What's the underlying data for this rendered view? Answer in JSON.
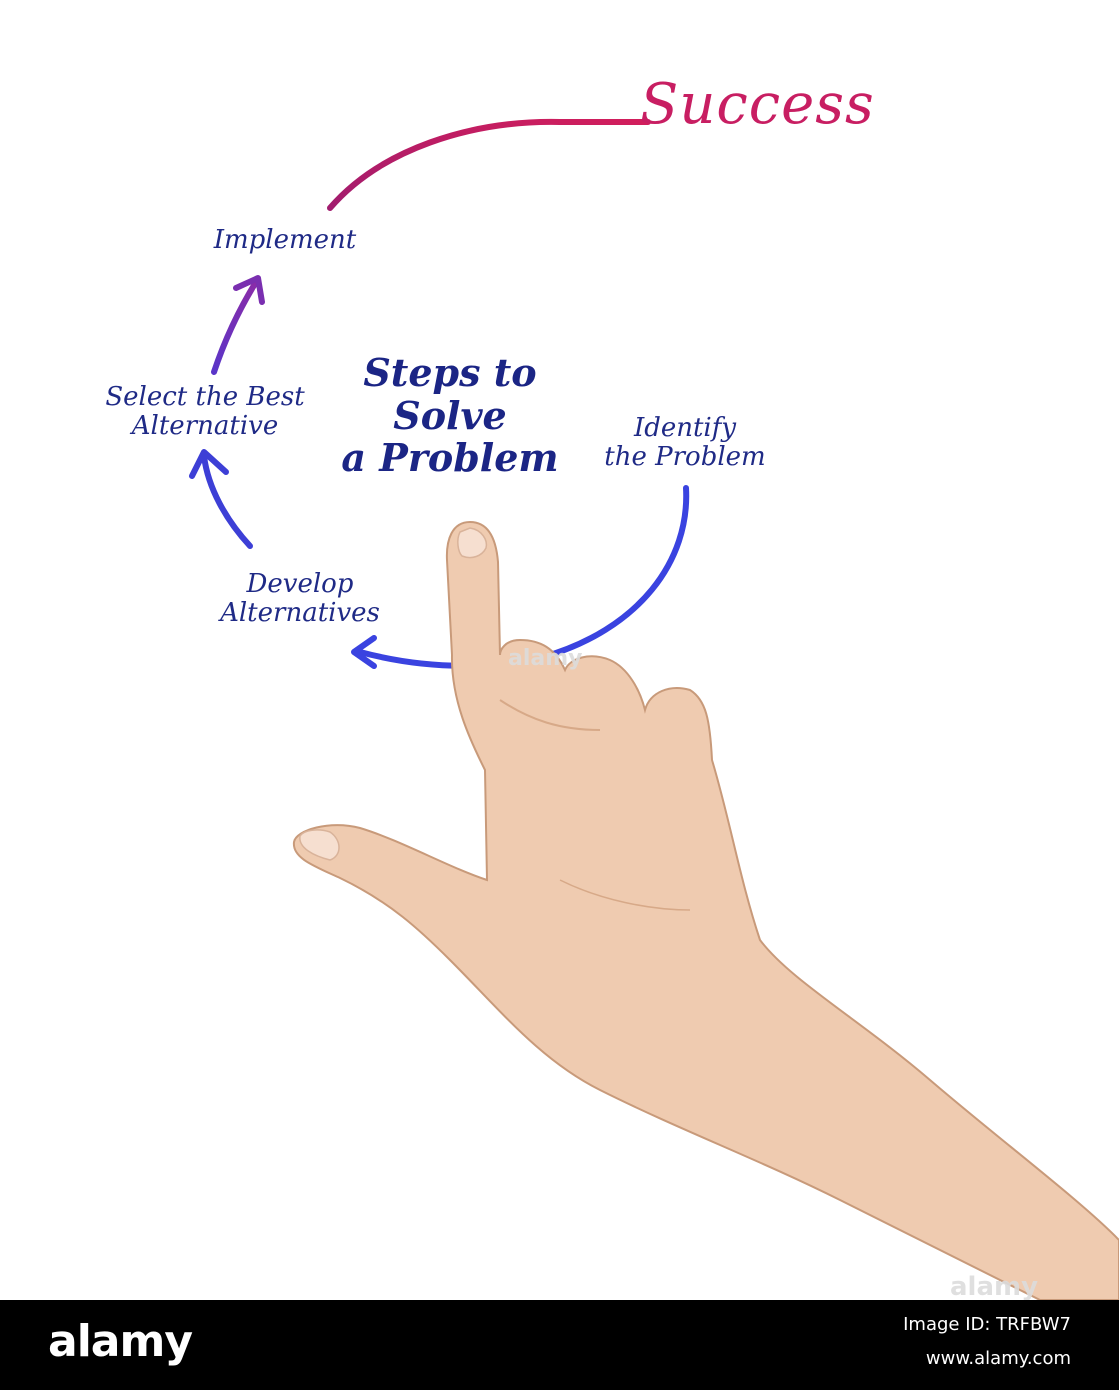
{
  "diagram": {
    "success": "Success",
    "title": "Steps to\nSolve\na Problem",
    "steps": {
      "identify": "Identify\nthe Problem",
      "develop": "Develop\nAlternatives",
      "select": "Select the Best\nAlternative",
      "implement": "Implement"
    },
    "colors": {
      "text": "#1f2a86",
      "success": "#c81e62",
      "arrow_blue": "#3a43e0",
      "arrow_purple": "#7a2fb8"
    }
  },
  "watermarks": {
    "overlay": "alamy",
    "bottom": "alamy"
  },
  "footer": {
    "logo": "alamy",
    "image_id": "Image ID: TRFBW7",
    "site": "www.alamy.com"
  }
}
